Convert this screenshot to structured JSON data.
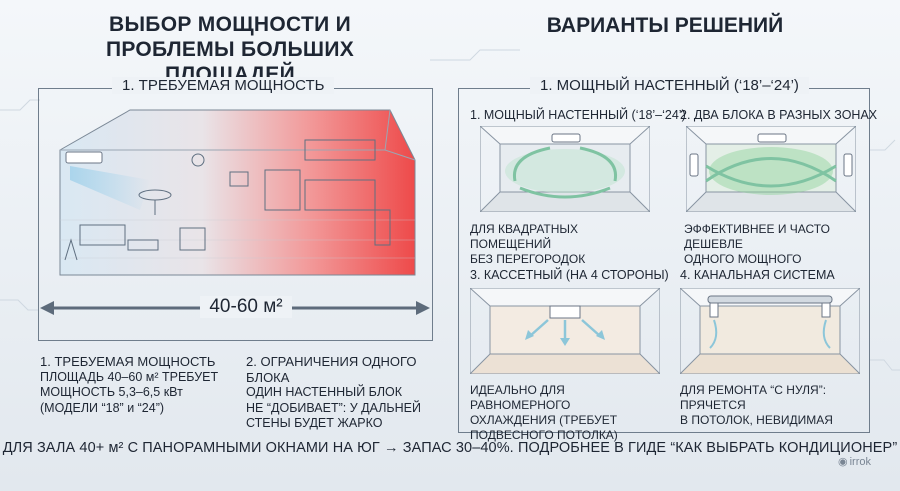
{
  "titles": {
    "left": "ВЫБОР МОЩНОСТИ И ПРОБЛЕМЫ БОЛЬШИХ ПЛОЩАДЕЙ",
    "right": "ВАРИАНТЫ РЕШЕНИЙ"
  },
  "left_panel": {
    "heading": "1. ТРЕБУЕМАЯ МОЩНОСТЬ",
    "area": "40-60 м²",
    "blocks": [
      {
        "heading": "1. ТРЕБУЕМАЯ МОЩНОСТЬ",
        "lines": [
          "ПЛОЩАДЬ 40–60 м² ТРЕБУЕТ",
          "МОЩНОСТЬ 5,3–6,5 кВт",
          "(МОДЕЛИ “18” и “24”)"
        ]
      },
      {
        "heading": "2. ОГРАНИЧЕНИЯ ОДНОГО БЛОКА",
        "lines": [
          "ОДИН НАСТЕННЫЙ БЛОК",
          "НЕ “ДОБИВАЕТ”: У ДАЛЬНЕЙ",
          "СТЕНЫ БУДЕТ ЖАРКО"
        ]
      }
    ]
  },
  "right_panel": {
    "heading": "1. МОЩНЫЙ НАСТЕННЫЙ (‘18’–‘24’)",
    "cards": [
      {
        "title": "1. МОЩНЫЙ НАСТЕННЫЙ (‘18’–‘24’)",
        "desc": [
          "ДЛЯ КВАДРАТНЫХ ПОМЕЩЕНИЙ",
          "БЕЗ ПЕРЕГОРОДОК"
        ]
      },
      {
        "title": "2. ДВА БЛОКА В РАЗНЫХ ЗОНАХ",
        "desc": [
          "ЭФФЕКТИВНЕЕ И ЧАСТО ДЕШЕВЛЕ",
          "ОДНОГО МОЩНОГО"
        ]
      },
      {
        "title": "3. КАССЕТНЫЙ (НА 4 СТОРОНЫ)",
        "desc": [
          "ИДЕАЛЬНО ДЛЯ РАВНОМЕРНОГО",
          "ОХЛАЖДЕНИЯ (ТРЕБУЕТ",
          "ПОДВЕСНОГО ПОТОЛКА)"
        ]
      },
      {
        "title": "4. КАНАЛЬНАЯ СИСТЕМА",
        "desc": [
          "ДЛЯ РЕМОНТА “С НУЛЯ”:",
          "ПРЯЧЕТСЯ",
          "В ПОТОЛОК, НЕВИДИМАЯ"
        ]
      }
    ]
  },
  "footer": {
    "text": "ДЛЯ ЗАЛА 40+ м² С ПАНОРАМНЫМИ ОКНАМИ НА ЮГ → ЗАПАС 30–40%. ПОДРОБНЕЕ В ГИДЕ “КАК ВЫБРАТЬ КОНДИЦИОНЕР”",
    "logo": "irrok"
  },
  "colors": {
    "cool": "#9fd0ea",
    "hot": "#ee4a4a",
    "green_zone": "#8ed39a",
    "frame": "#6f7d8c",
    "arrow": "#7fc3a2"
  }
}
